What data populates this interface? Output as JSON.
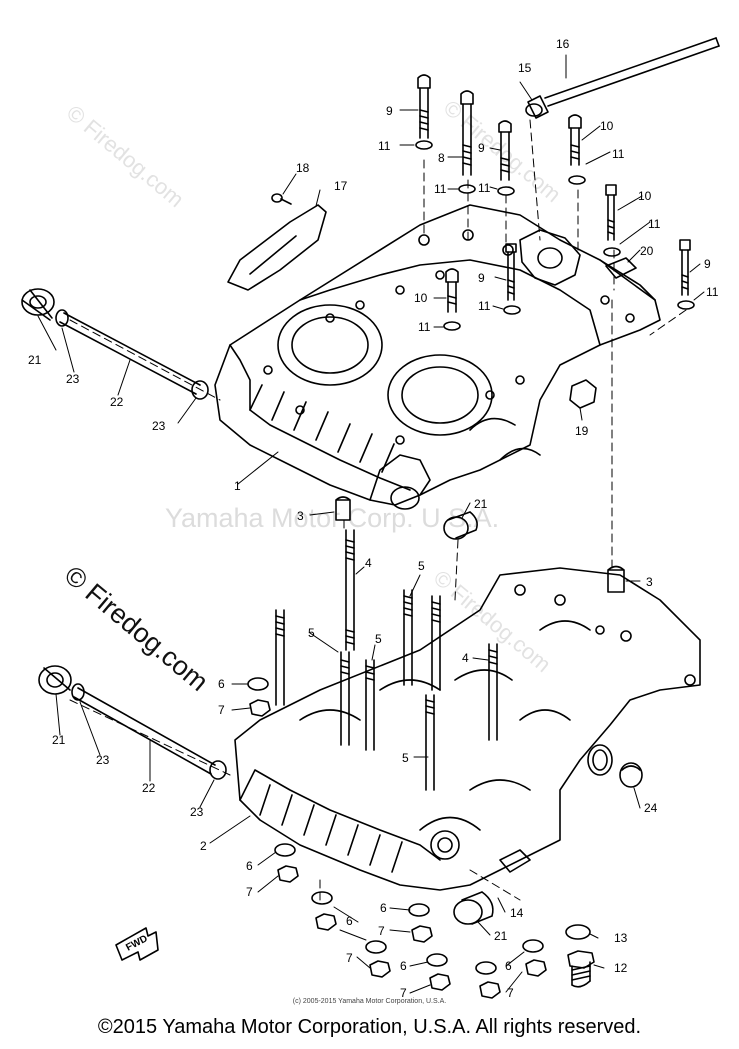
{
  "watermarks": {
    "center": "Yamaha Motor Corp. U.S.A.",
    "diagonal_top_left": "© Firedog.com",
    "diagonal_mid": "© Firedog.com",
    "diagonal_top_right": "© Firedog.com",
    "diagonal_mid_right": "© Firedog.com"
  },
  "small_copyright": "(c) 2005-2015 Yamaha Motor Corporation, U.S.A.",
  "footer": "©2015 Yamaha Motor Corporation, U.S.A. All rights reserved.",
  "direction_marker": "FWD",
  "callouts": {
    "c1": "1",
    "c2": "2",
    "c3a": "3",
    "c3b": "3",
    "c4a": "4",
    "c4b": "4",
    "c5a": "5",
    "c5b": "5",
    "c5c": "5",
    "c5d": "5",
    "c6a": "6",
    "c6b": "6",
    "c6c": "6",
    "c6d": "6",
    "c6e": "6",
    "c6f": "6",
    "c7a": "7",
    "c7b": "7",
    "c7c": "7",
    "c7d": "7",
    "c7e": "7",
    "c8": "8",
    "c9a": "9",
    "c9b": "9",
    "c9c": "9",
    "c9d": "9",
    "c10a": "10",
    "c10b": "10",
    "c10c": "10",
    "c11a": "11",
    "c11b": "11",
    "c11c": "11",
    "c11d": "11",
    "c11e": "11",
    "c11f": "11",
    "c11g": "11",
    "c11h": "11",
    "c12": "12",
    "c13": "13",
    "c14": "14",
    "c15": "15",
    "c16": "16",
    "c17": "17",
    "c18": "18",
    "c19": "19",
    "c20": "20",
    "c21a": "21",
    "c21b": "21",
    "c21c": "21",
    "c21d": "21",
    "c22a": "22",
    "c22b": "22",
    "c23a": "23",
    "c23b": "23",
    "c23c": "23",
    "c23d": "23",
    "c24": "24"
  }
}
